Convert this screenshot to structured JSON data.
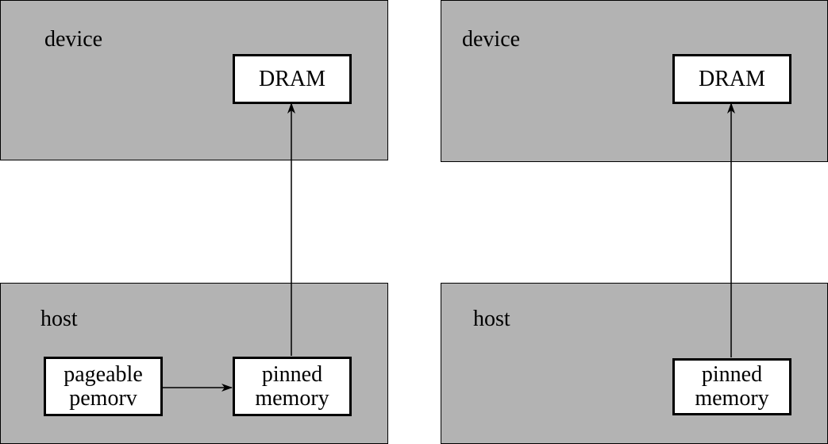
{
  "colors": {
    "region_fill": "#b3b3b3",
    "box_fill": "#ffffff",
    "line": "#000000"
  },
  "left": {
    "device_label": "device",
    "dram_label": "DRAM",
    "host_label": "host",
    "pageable_label": "pageable\npemorv",
    "pinned_label": "pinned\nmemory"
  },
  "right": {
    "device_label": "device",
    "dram_label": "DRAM",
    "host_label": "host",
    "pinned_label": "pinned\nmemory"
  }
}
